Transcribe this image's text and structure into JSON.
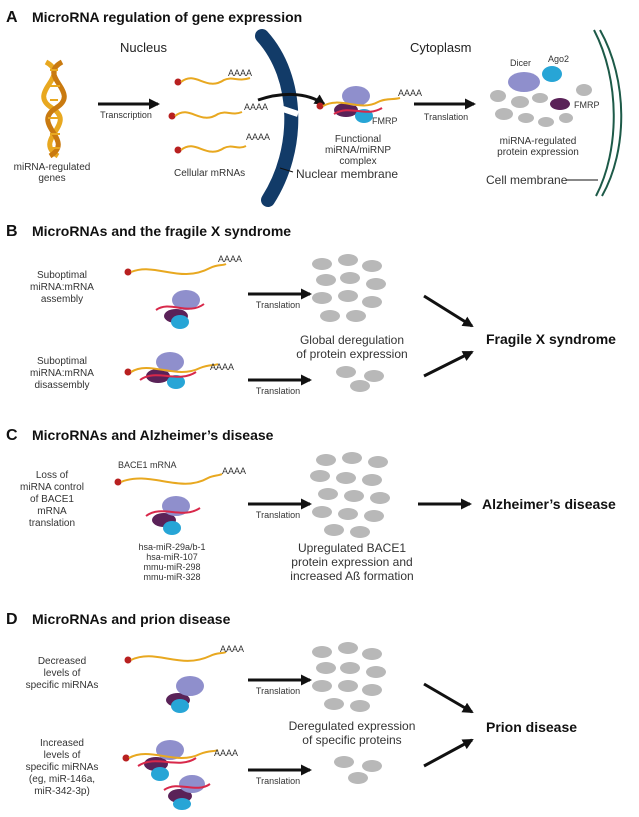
{
  "colors": {
    "mrna": "#e8a820",
    "cap": "#b82020",
    "dicer": "#8f8fcc",
    "ago2": "#27a5d6",
    "fmrp": "#5a2258",
    "mirna": "#d8284a",
    "protein": "#b8b8b8",
    "membrane": "#123b68"
  },
  "icons": [
    "dna-helix",
    "mrna-strand",
    "mirnp-complex",
    "protein-blob",
    "arrow"
  ],
  "panels": {
    "a": {
      "letter": "A",
      "title": "MicroRNA regulation of gene expression",
      "nucleus": "Nucleus",
      "cytoplasm": "Cytoplasm",
      "gene_label": [
        "miRNA-regulated",
        "genes"
      ],
      "transcription": "Transcription",
      "polya": "AAAA",
      "cellular_mrnas": "Cellular mRNAs",
      "fmrp": "FMRP",
      "complex_label": [
        "Functional",
        "miRNA/miRNP",
        "complex"
      ],
      "translation": "Translation",
      "dicer": "Dicer",
      "ago2": "Ago2",
      "protein_label": [
        "miRNA-regulated",
        "protein expression"
      ],
      "nuclear_membrane": "Nuclear membrane",
      "cell_membrane": "Cell membrane"
    },
    "b": {
      "letter": "B",
      "title": "MicroRNAs and the fragile X syndrome",
      "row1": [
        "Suboptimal",
        "miRNA:mRNA",
        "assembly"
      ],
      "row2": [
        "Suboptimal",
        "miRNA:mRNA",
        "disassembly"
      ],
      "polya": "AAAA",
      "translation": "Translation",
      "middle": [
        "Global deregulation",
        "of protein expression"
      ],
      "outcome": "Fragile X syndrome"
    },
    "c": {
      "letter": "C",
      "title": "MicroRNAs and Alzheimer’s disease",
      "left": [
        "Loss of",
        "miRNA control",
        "of BACE1",
        "mRNA",
        "translation"
      ],
      "mrna_label": "BACE1 mRNA",
      "polya": "AAAA",
      "mirnas": [
        "hsa-miR-29a/b-1",
        "hsa-miR-107",
        "mmu-miR-298",
        "mmu-miR-328"
      ],
      "translation": "Translation",
      "middle": [
        "Upregulated BACE1",
        "protein expression and",
        "increased Aß formation"
      ],
      "outcome": "Alzheimer’s disease"
    },
    "d": {
      "letter": "D",
      "title": "MicroRNAs and prion disease",
      "row1": [
        "Decreased",
        "levels of",
        "specific miRNAs"
      ],
      "row2": [
        "Increased",
        "levels of",
        "specific miRNAs",
        "(eg, miR-146a,",
        "miR-342-3p)"
      ],
      "polya": "AAAA",
      "translation": "Translation",
      "middle": [
        "Deregulated expression",
        "of specific proteins"
      ],
      "outcome": "Prion disease"
    }
  }
}
